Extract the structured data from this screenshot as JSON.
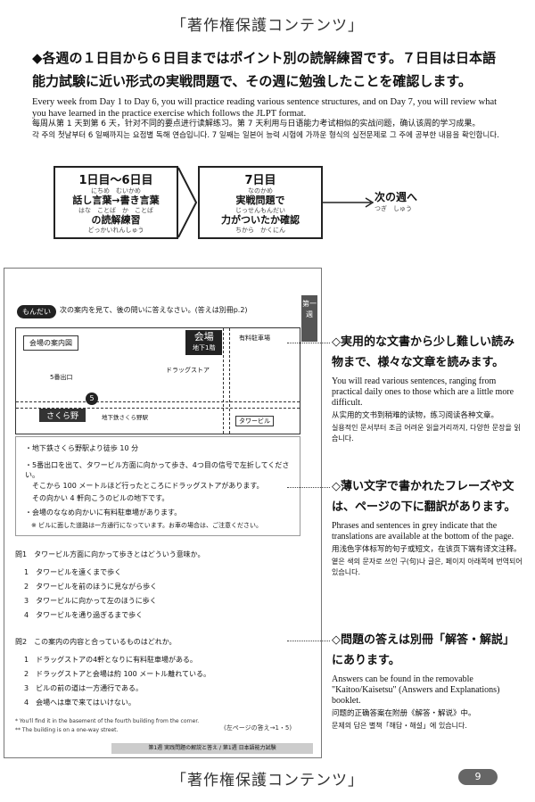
{
  "watermark": "「著作権保護コンテンツ」",
  "intro": {
    "jp": "◆各週の１日目から６日目まではポイント別の読解練習です。７日目は日本語能力試験に近い形式の実戦問題で、その週に勉強したことを確認します。",
    "en": "Every week from Day 1 to Day 6, you will practice reading various sentence structures, and on Day 7, you will review what you have learned in the practice exercise which follows the JLPT format.",
    "zh": "每周从第 1 天到第 6 天，针对不同的要点进行读解练习。第 7 天利用与日语能力考试相似的实战问题，确认该周的学习成果。",
    "ko": "각 주의 첫날부터 6 일째까지는 요점별 독해 연습입니다. 7 일째는 일본어 능력 시험에 가까운 형식의 실전문제로 그 주에 공부한 내용을 확인합니다."
  },
  "flow": {
    "box1": {
      "days": "1日目～6日目",
      "days_ruby": "にちめ　むいかめ",
      "line1": "話し言葉→書き言葉",
      "line1_ruby": "はな　ことば　か　ことば",
      "line2": "の読解練習",
      "line2_ruby": "どっかいれんしゅう"
    },
    "box2": {
      "days": "7日目",
      "days_ruby": "なのかめ",
      "line1": "実戦問題で",
      "line1_ruby": "じっせんもんだい",
      "line2": "力がついたか確認",
      "line2_ruby": "ちから　かくにん"
    },
    "next": "次の週へ",
    "next_ruby": "つぎ　しゅう"
  },
  "sample_page": {
    "side_tab": "第一週",
    "mondai_badge": "もんだい",
    "mondai_instruction": "次の案内を見て、後の問いに答えなさい。(答えは別冊p.2)",
    "map": {
      "title": "会場の案内図",
      "venue": "会場",
      "venue_sub": "地下1階",
      "parking": "有料駐車場",
      "drugstore": "ドラッグストア",
      "exit5": "5番出口",
      "station": "さくら野",
      "subway": "地下鉄さくら野駅",
      "tower": "タワービル",
      "marker": "5"
    },
    "notice": [
      "・地下鉄さくら野駅より徒歩 10 分",
      "・5番出口を出て、タワービル方面に向かって歩き、4つ目の信号で左折してください。",
      "　そこから 100 メートルほど行ったところにドラッグストアがあります。",
      "　その向かい 4 軒向こうのビルの地下です。",
      "・会場のななめ向かいに有料駐車場があります。",
      "　※ ビルに面した道路は一方通行になっています。お車の場合は、ご注意ください。"
    ],
    "q1": {
      "stem": "問1　タワービル方面に向かって歩きとはどういう意味か。",
      "options": [
        "1　タワービルを遠くまで歩く",
        "2　タワービルを前のほうに見ながら歩く",
        "3　タワービルに向かって左のほうに歩く",
        "4　タワービルを通り過ぎるまで歩く"
      ]
    },
    "q2": {
      "stem": "問2　この案内の内容と合っているものはどれか。",
      "options": [
        "1　ドラッグストアの4軒となりに有料駐車場がある。",
        "2　ドラッグストアと会場は約 100 メートル離れている。",
        "3　ビルの前の道は一方通行である。",
        "4　会場へは車で来てはいけない。"
      ]
    },
    "footnotes": [
      "* You'll find it in the basement of the fourth building from the corner.",
      "** The building is on a one-way street."
    ],
    "page_ref": "(左ページの答え→1・5)",
    "bar": "第1週 実践問題の解説と答え / 第1週 日本語能力試験"
  },
  "callouts": [
    {
      "jp": "◇実用的な文書から少し難しい読み物まで、様々な文章を読みます。",
      "en": "You will read various sentences, ranging from practical daily ones to those which are a little more difficult.",
      "zh": "从实用的文书到稍难的读物，练习阅读各种文章。",
      "ko": "실용적인 문서부터 조금 어려운 읽을거리까지, 다양한 문장을 읽습니다."
    },
    {
      "jp": "◇薄い文字で書かれたフレーズや文は、ページの下に翻訳があります。",
      "en": "Phrases and sentences in grey indicate that the translations are available at the bottom of the page.",
      "zh": "用浅色字体标写的句子或短文，在该页下端有译文注释。",
      "ko": "옅은 색의 문자로 쓰인 구(句)나 글은, 페이지 아래쪽에 번역되어 있습니다."
    },
    {
      "jp": "◇問題の答えは別冊「解答・解説」にあります。",
      "en": "Answers can be found in the removable \"Kaitoo/Kaisetsu\" (Answers and Explanations) booklet.",
      "zh": "问题的正确答案在附册《解答・解说》中。",
      "ko": "문제의 답은 별책「해답・해설」에 있습니다."
    }
  ],
  "page_number": "9"
}
